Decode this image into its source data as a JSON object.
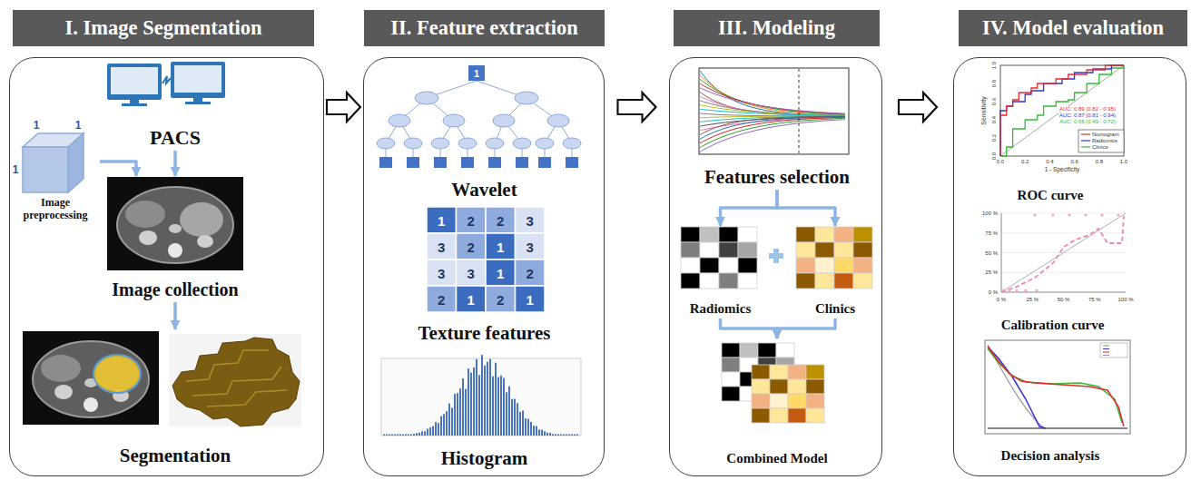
{
  "diagram": {
    "nodes": [
      {
        "text": [
          "I. Image Segmentation"
        ]
      },
      {
        "text": [
          "PACS"
        ],
        "in": 0
      },
      {
        "text": [
          "Image preprocessing"
        ],
        "in": 0
      },
      {
        "text": [
          "Image collection"
        ],
        "in": 0
      },
      {
        "text": [
          "Segmentation"
        ],
        "in": 0
      },
      {
        "text": [
          "II. Feature extraction"
        ]
      },
      {
        "text": [
          "Wavelet"
        ],
        "in": 5
      },
      {
        "text": [
          "Texture features"
        ],
        "in": 5
      },
      {
        "text": [
          "Histogram"
        ],
        "in": 5
      },
      {
        "text": [
          "III. Modeling"
        ]
      },
      {
        "text": [
          "Features selection"
        ],
        "in": 9
      },
      {
        "text": [
          "Radiomics"
        ],
        "in": 9
      },
      {
        "text": [
          "Clinics"
        ],
        "in": 9
      },
      {
        "text": [
          "Combined Model"
        ],
        "in": 9
      },
      {
        "text": [
          "IV. Model evaluation"
        ]
      },
      {
        "text": [
          "ROC curve"
        ],
        "in": 14
      },
      {
        "text": [
          "Calibration curve"
        ],
        "in": 14
      },
      {
        "text": [
          "Decision analysis"
        ],
        "in": 14
      }
    ],
    "edges": [
      {
        "from": 0,
        "to": 5,
        "arrow": "to"
      },
      {
        "from": 5,
        "to": 9,
        "arrow": "to"
      },
      {
        "from": 9,
        "to": 14,
        "arrow": "to"
      },
      {
        "from": 1,
        "to": 3,
        "arrow": "to"
      },
      {
        "from": 2,
        "to": 3,
        "arrow": "to"
      },
      {
        "from": 3,
        "to": 4,
        "arrow": "to"
      },
      {
        "from": 10,
        "to": 11,
        "arrow": "to"
      },
      {
        "from": 10,
        "to": 12,
        "arrow": "to"
      },
      {
        "from": 11,
        "to": 13,
        "arrow": "to"
      },
      {
        "from": 12,
        "to": 13,
        "arrow": "to"
      }
    ],
    "labels": [
      "1",
      "1",
      "1",
      "1",
      "1",
      "2",
      "2",
      "3",
      "3",
      "2",
      "1",
      "3",
      "3",
      "3",
      "1",
      "2",
      "2",
      "1",
      "2",
      "1",
      "Sensitivity",
      "0.0",
      "0.2",
      "0.4",
      "0.6",
      "0.8",
      "1.0",
      "AUC: 0.89 (0.82 - 0.95)",
      "AUC: 0.87 (0.81 - 0.94)",
      "AUC: 0.65 (0.49 - 0.72)",
      "0.0",
      "0.2",
      "0.4",
      "0.6",
      "0.8",
      "1.0",
      "1 - Specificity",
      "100 %",
      "75 %",
      "50 %",
      "25 %",
      "0 %",
      "0 %",
      "25 %",
      "50 %",
      "75 %",
      "100 %"
    ],
    "legend": [
      {
        "text": "Nomogram"
      },
      {
        "text": "Radiomics"
      },
      {
        "text": "Clinics"
      }
    ]
  }
}
